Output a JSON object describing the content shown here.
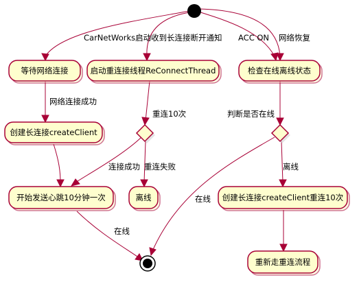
{
  "nodes": {
    "wait_network": "等待网络连接",
    "start_reconnect": "启动重连接线程ReConnectThread",
    "check_online": "检查在线离线状态",
    "create_client": "创建长连接createClient",
    "heartbeat": "开始发送心跳10分钟一次",
    "offline": "离线",
    "create_client_retry": "创建长连接createClient重连10次",
    "restart_flow": "重新走重连流程"
  },
  "edges": {
    "carnetworks_start": "CarNetWorks启动",
    "receive_disconnect": "收到长连接断开通知",
    "acc_on": "ACC ON",
    "network_restore": "网络恢复",
    "network_success": "网络连接成功",
    "reconnect_10": "重连10次",
    "check_is_online": "判断是否在线",
    "connect_success": "连接成功",
    "reconnect_fail": "重连失败",
    "offline_branch": "离线",
    "online_branch": "在线",
    "heartbeat_online": "在线"
  }
}
